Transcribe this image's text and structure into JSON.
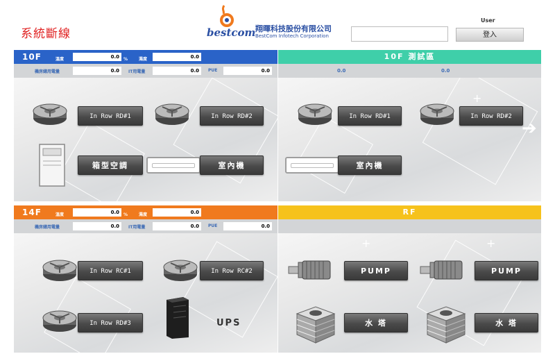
{
  "header": {
    "alert": "系統斷線",
    "brand": "bestcom",
    "company_cn": "翔暉科技股份有限公司",
    "company_en": "BestCom Infotech Corporation",
    "user_label": "User",
    "login_label": "登入"
  },
  "floor10": {
    "label": "10F",
    "temp_label": "溫度",
    "temp_value": "0.0",
    "temp_unit": "%",
    "humid_label": "濕度",
    "humid_value": "0.0",
    "power_label": "機房總用電量",
    "power_value": "0.0",
    "it_label": "IT用電量",
    "it_value": "0.0",
    "pue_label": "PUE",
    "pue_value": "0.0",
    "buttons": {
      "rd1": "In Row RD#1",
      "rd2": "In Row RD#2",
      "box_ac": "箱型空調",
      "indoor": "室內機"
    }
  },
  "test_area": {
    "label": "10F 測試區",
    "value1": "0.0",
    "value2": "0.0",
    "buttons": {
      "rd1": "In Row RD#1",
      "rd2": "In Row RD#2",
      "indoor": "室內機"
    }
  },
  "floor14": {
    "label": "14F",
    "temp_label": "溫度",
    "temp_value": "0.0",
    "temp_unit": "%",
    "humid_label": "濕度",
    "humid_value": "0.0",
    "power_label": "機房總用電量",
    "power_value": "0.0",
    "it_label": "IT用電量",
    "it_value": "0.0",
    "pue_label": "PUE",
    "pue_value": "0.0",
    "buttons": {
      "rc1": "In Row RC#1",
      "rc2": "In Row RC#2",
      "rd3": "In Row RD#3"
    },
    "ups_label": "UPS"
  },
  "roof": {
    "label": "RF",
    "buttons": {
      "pump1": "PUMP",
      "pump2": "PUMP",
      "tower1": "水 塔",
      "tower2": "水 塔"
    }
  },
  "colors": {
    "blue_bar": "#2a63c8",
    "teal_bar": "#3fcfa9",
    "orange_bar": "#f07a1e",
    "yellow_bar": "#f6c21c",
    "alert": "#e02020"
  }
}
